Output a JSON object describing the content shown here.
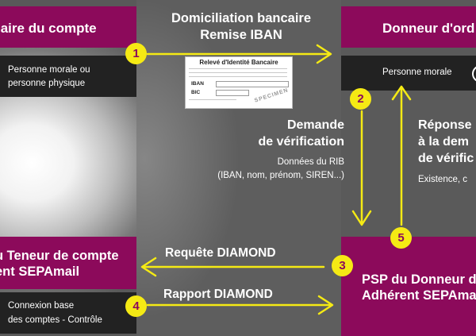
{
  "colors": {
    "magenta": "#8c0a5b",
    "dark": "#222222",
    "yellow": "#f5ea14",
    "gray": "#5e5e5e"
  },
  "boxes": {
    "titulaire": "laire du compte",
    "titulaire_detail": [
      "Personne morale ou",
      "personne physique"
    ],
    "donneur": "Donneur d'ord",
    "donneur_detail": "Personne morale",
    "teneur": [
      "u Teneur de compte",
      "ent SEPAmail"
    ],
    "teneur_detail": [
      "Connexion base",
      "des comptes - Contrôle"
    ],
    "psp": [
      "PSP du Donneur d",
      "Adhérent SEPAma"
    ]
  },
  "labels": {
    "domiciliation": [
      "Domiciliation bancaire",
      "Remise IBAN"
    ],
    "demande": [
      "Demande",
      "de vérification"
    ],
    "donnees": [
      "Données du RIB",
      "(IBAN, nom, prénom, SIREN...)"
    ],
    "reponse": [
      "Réponse",
      "à la dem",
      "de vérific"
    ],
    "existence": "Existence, c",
    "requete": "Requête DIAMOND",
    "rapport": "Rapport DIAMOND"
  },
  "rib_card": {
    "title": "Relevé d'Identité Bancaire",
    "iban": "IBAN",
    "bic": "BIC",
    "stamp": "SPECIMEN"
  },
  "steps": [
    "1",
    "2",
    "3",
    "4",
    "5"
  ]
}
